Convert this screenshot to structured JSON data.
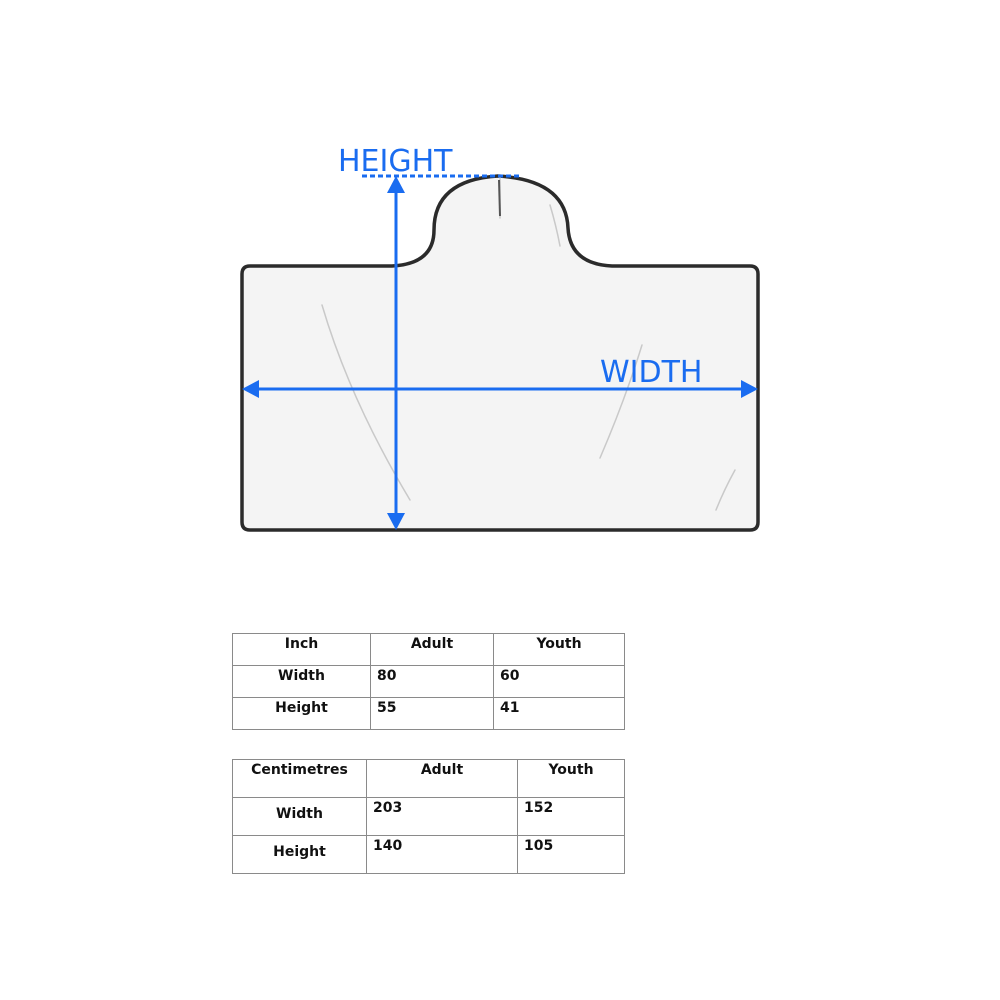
{
  "diagram": {
    "height_label": "HEIGHT",
    "width_label": "WIDTH",
    "colors": {
      "accent": "#1a6cf0",
      "outline": "#2b2b2b",
      "fill": "#f4f4f4"
    }
  },
  "tables": {
    "inch": {
      "headers": [
        "Inch",
        "Adult",
        "Youth"
      ],
      "rows": [
        {
          "label": "Width",
          "adult": "80",
          "youth": "60"
        },
        {
          "label": "Height",
          "adult": "55",
          "youth": "41"
        }
      ]
    },
    "cm": {
      "headers": [
        "Centimetres",
        "Adult",
        "Youth"
      ],
      "rows": [
        {
          "label": "Width",
          "adult": "203",
          "youth": "152"
        },
        {
          "label": "Height",
          "adult": "140",
          "youth": "105"
        }
      ]
    }
  }
}
